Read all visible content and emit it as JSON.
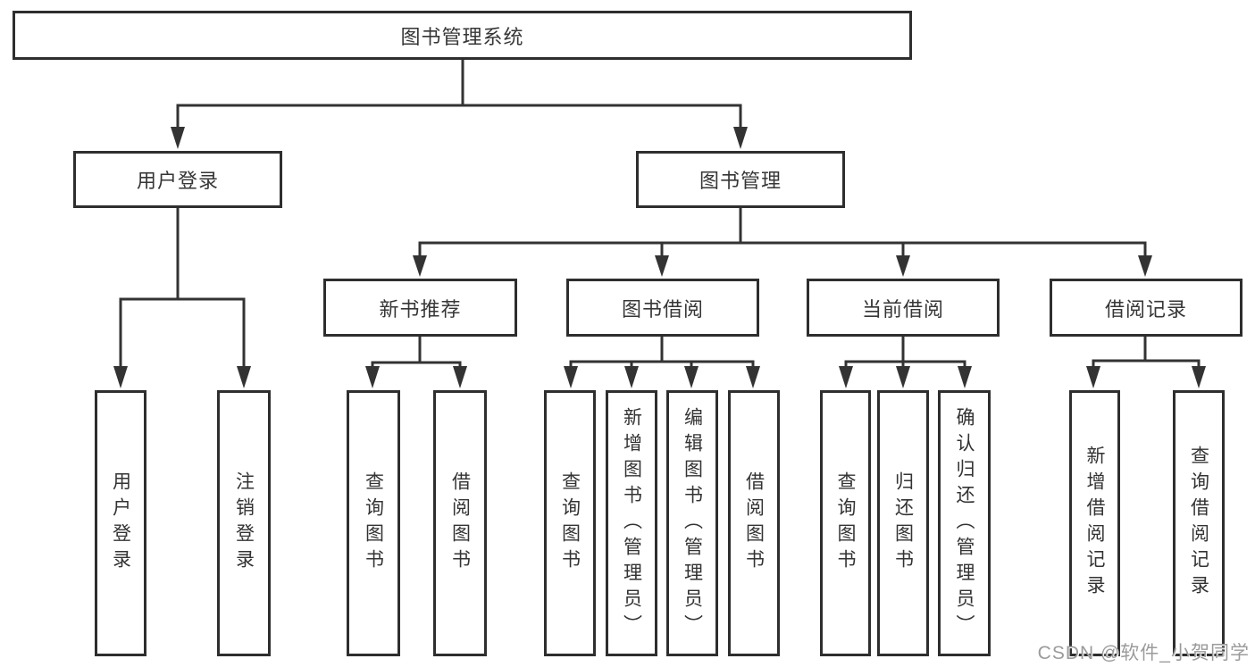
{
  "diagram": {
    "root": {
      "label": "图书管理系统"
    },
    "branches": [
      {
        "label": "用户登录",
        "children": [
          {
            "label": "用户登录"
          },
          {
            "label": "注销登录"
          }
        ]
      },
      {
        "label": "图书管理",
        "children": [
          {
            "label": "新书推荐",
            "children": [
              {
                "label": "查询图书"
              },
              {
                "label": "借阅图书"
              }
            ]
          },
          {
            "label": "图书借阅",
            "children": [
              {
                "label": "查询图书"
              },
              {
                "label": "新增图书（管理员）"
              },
              {
                "label": "编辑图书（管理员）"
              },
              {
                "label": "借阅图书"
              }
            ]
          },
          {
            "label": "当前借阅",
            "children": [
              {
                "label": "查询图书"
              },
              {
                "label": "归还图书"
              },
              {
                "label": "确认归还（管理员）"
              }
            ]
          },
          {
            "label": "借阅记录",
            "children": [
              {
                "label": "新增借阅记录"
              },
              {
                "label": "查询借阅记录"
              }
            ]
          }
        ]
      }
    ]
  },
  "watermark": {
    "text": "CSDN @软件_小贺同学"
  },
  "colors": {
    "line": "#333333",
    "box_border": "#2e2e2e",
    "text": "#363636",
    "watermark": "#9b9b9b",
    "background": "#ffffff"
  }
}
